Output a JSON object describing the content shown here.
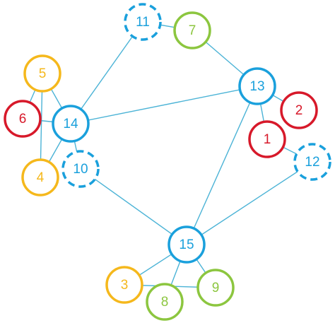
{
  "diagram": {
    "type": "network-graph",
    "colors": {
      "blue": "#1aa0dc",
      "edge": "#4bb3d6",
      "green": "#8cc63f",
      "red": "#d7192a",
      "yellow": "#f5b81c"
    },
    "nodes": [
      {
        "id": "n1",
        "label": "1",
        "color": "red",
        "style": "solid"
      },
      {
        "id": "n2",
        "label": "2",
        "color": "red",
        "style": "solid"
      },
      {
        "id": "n3",
        "label": "3",
        "color": "yellow",
        "style": "solid"
      },
      {
        "id": "n4",
        "label": "4",
        "color": "yellow",
        "style": "solid"
      },
      {
        "id": "n5",
        "label": "5",
        "color": "yellow",
        "style": "solid"
      },
      {
        "id": "n6",
        "label": "6",
        "color": "red",
        "style": "solid"
      },
      {
        "id": "n7",
        "label": "7",
        "color": "green",
        "style": "solid"
      },
      {
        "id": "n8",
        "label": "8",
        "color": "green",
        "style": "solid"
      },
      {
        "id": "n9",
        "label": "9",
        "color": "green",
        "style": "solid"
      },
      {
        "id": "n10",
        "label": "10",
        "color": "blue",
        "style": "dashed"
      },
      {
        "id": "n11",
        "label": "11",
        "color": "blue",
        "style": "dashed"
      },
      {
        "id": "n12",
        "label": "12",
        "color": "blue",
        "style": "dashed"
      },
      {
        "id": "n13",
        "label": "13",
        "color": "blue",
        "style": "solid"
      },
      {
        "id": "n14",
        "label": "14",
        "color": "blue",
        "style": "solid"
      },
      {
        "id": "n15",
        "label": "15",
        "color": "blue",
        "style": "solid"
      }
    ],
    "edges": [
      [
        "n11",
        "n14"
      ],
      [
        "n11",
        "n7"
      ],
      [
        "n7",
        "n13"
      ],
      [
        "n13",
        "n14"
      ],
      [
        "n13",
        "n2"
      ],
      [
        "n13",
        "n1"
      ],
      [
        "n13",
        "n15"
      ],
      [
        "n1",
        "n12"
      ],
      [
        "n12",
        "n15"
      ],
      [
        "n14",
        "n5"
      ],
      [
        "n14",
        "n6"
      ],
      [
        "n14",
        "n4"
      ],
      [
        "n14",
        "n10"
      ],
      [
        "n5",
        "n6"
      ],
      [
        "n5",
        "n4"
      ],
      [
        "n10",
        "n15"
      ],
      [
        "n15",
        "n3"
      ],
      [
        "n15",
        "n8"
      ],
      [
        "n15",
        "n9"
      ],
      [
        "n3",
        "n9"
      ]
    ]
  }
}
